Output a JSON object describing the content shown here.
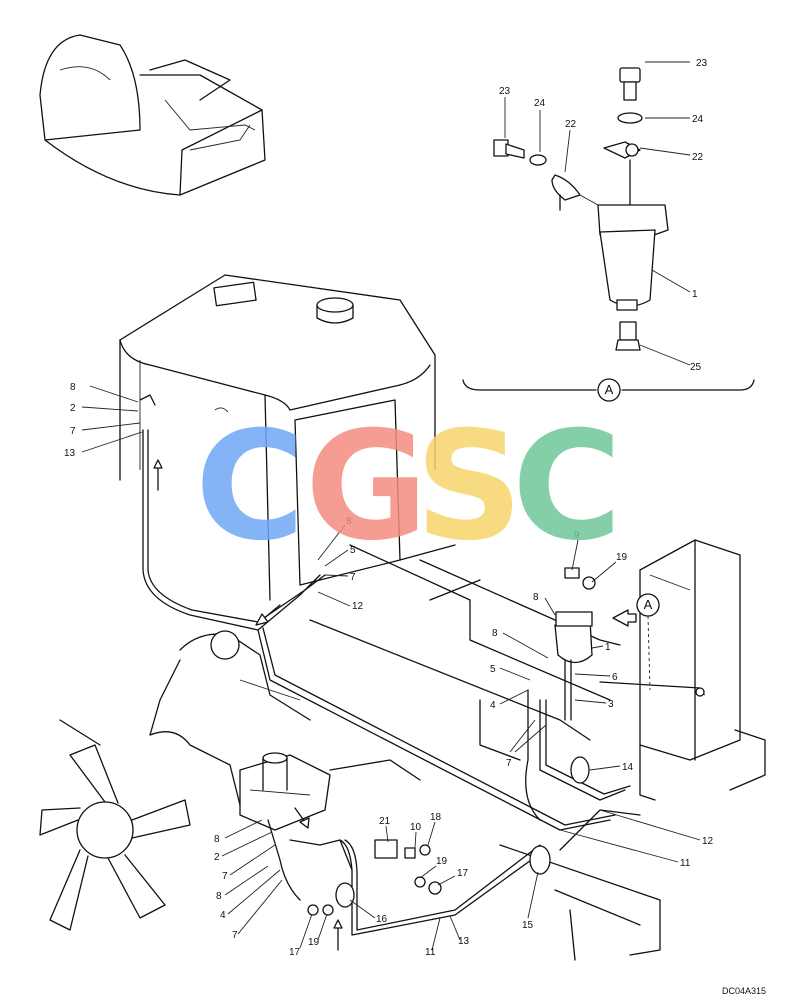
{
  "drawing_code": "DC04A315",
  "detail_marker": "A",
  "watermark": {
    "letters": [
      {
        "char": "C",
        "color": "#6FA8F5"
      },
      {
        "char": "G",
        "color": "#F48C80"
      },
      {
        "char": "S",
        "color": "#F7D56A"
      },
      {
        "char": "C",
        "color": "#6FC79A"
      }
    ]
  },
  "callouts": {
    "detail": [
      "23",
      "24",
      "22",
      "23",
      "24",
      "22",
      "1",
      "25"
    ],
    "tank": [
      "8",
      "2",
      "7",
      "13",
      "8",
      "5",
      "7",
      "12"
    ],
    "filter": [
      "9",
      "19",
      "8",
      "8",
      "1",
      "5",
      "6",
      "4",
      "3",
      "7",
      "14",
      "12",
      "11"
    ],
    "pump": [
      "8",
      "2",
      "7",
      "8",
      "4",
      "7",
      "21",
      "10",
      "18",
      "19",
      "17",
      "16",
      "17",
      "19",
      "11",
      "13",
      "15"
    ]
  }
}
